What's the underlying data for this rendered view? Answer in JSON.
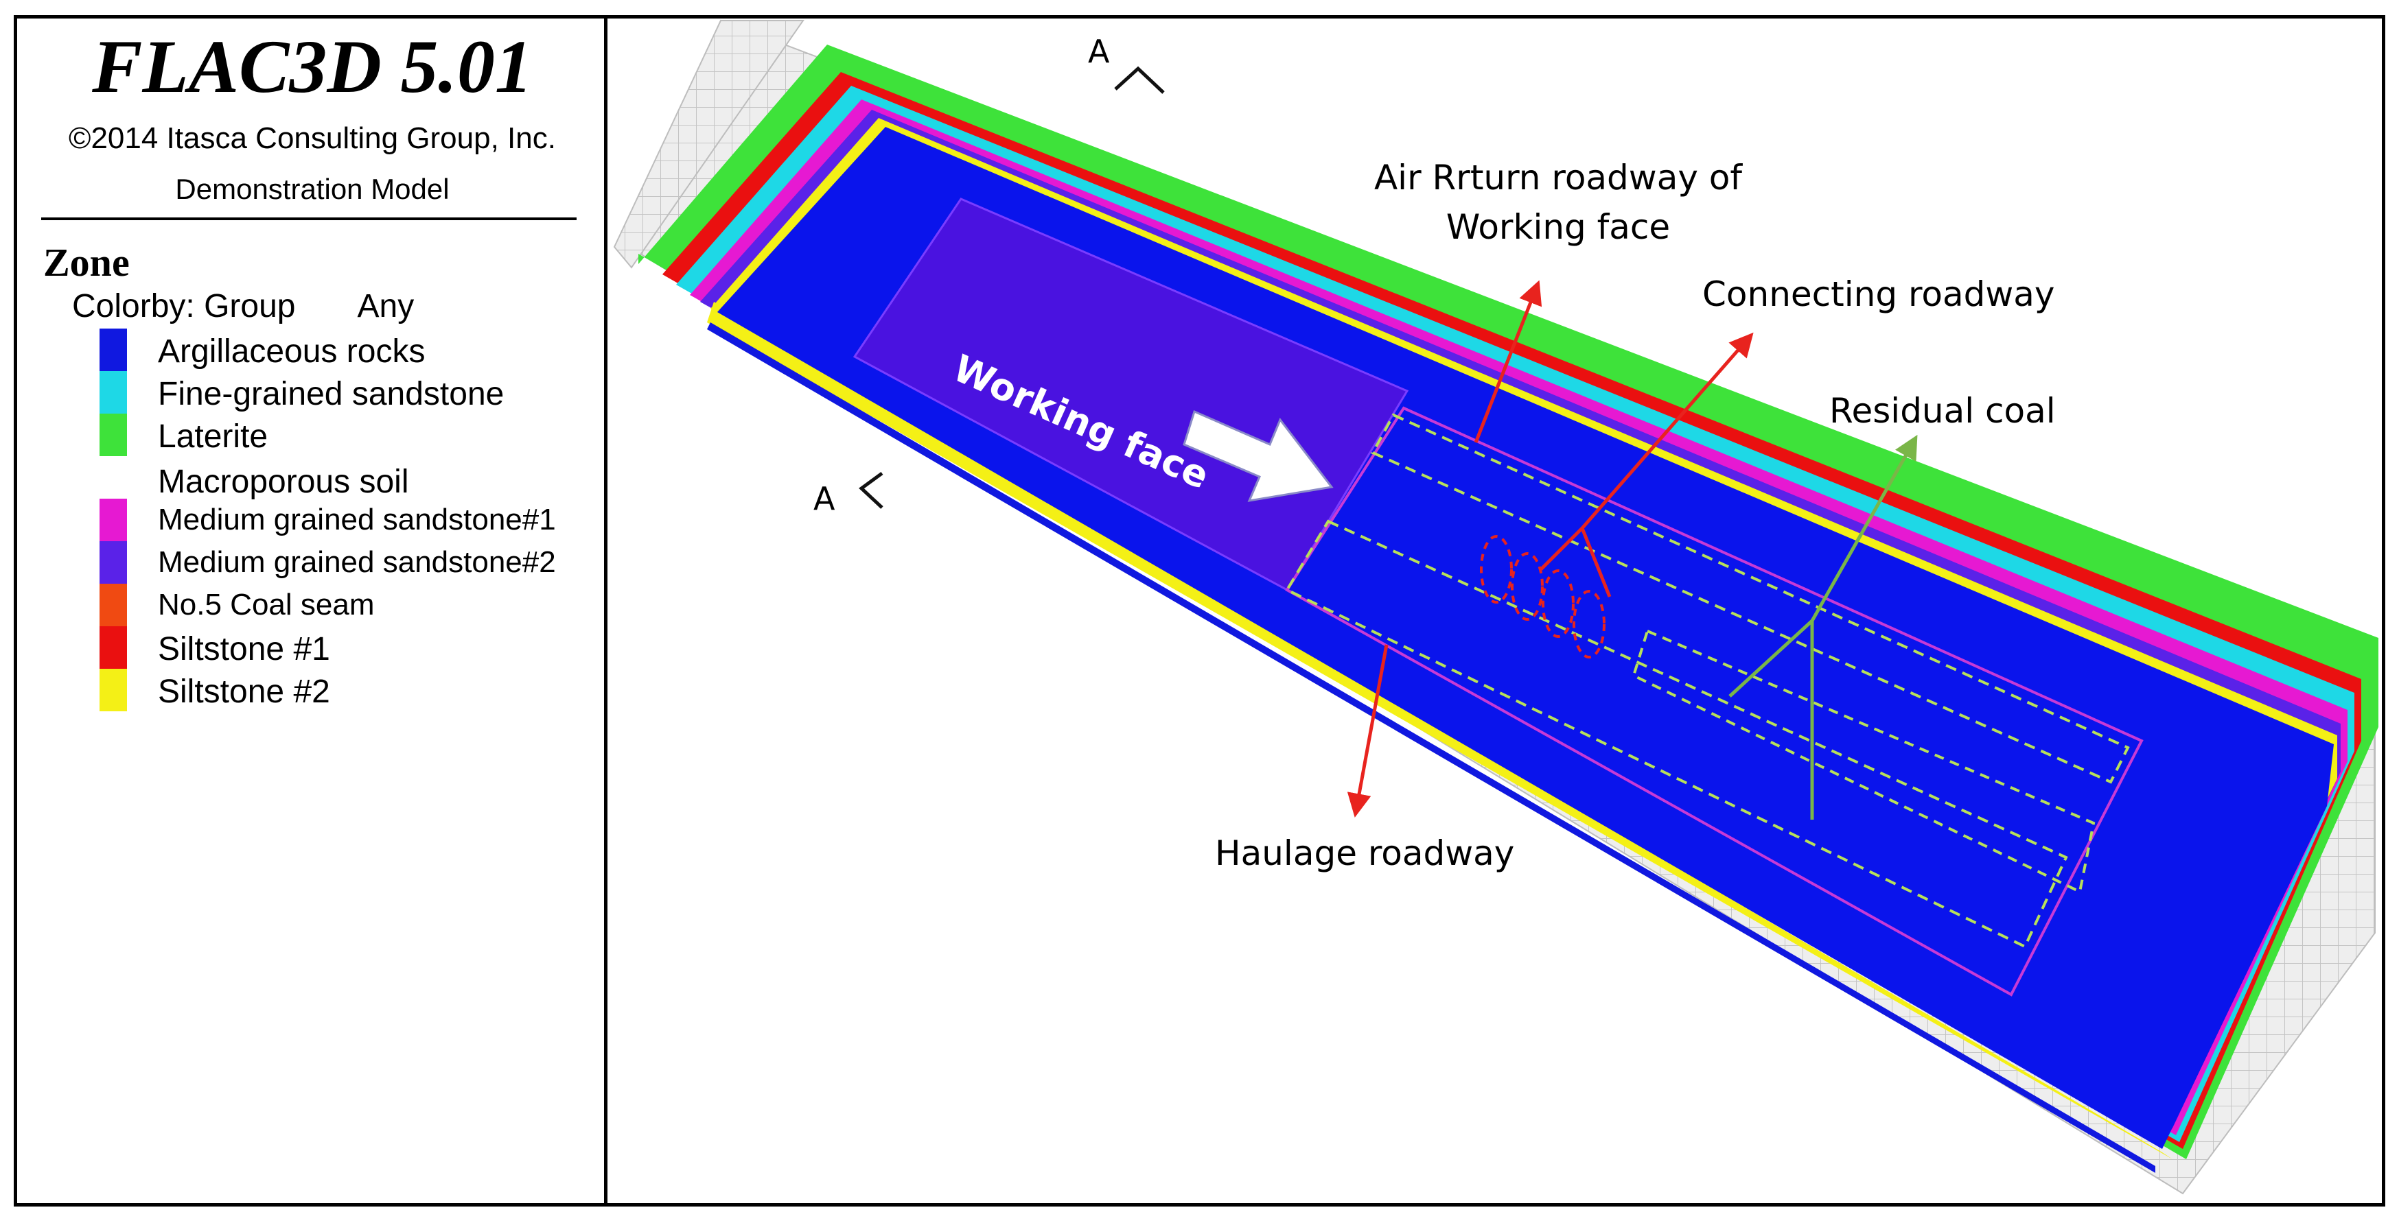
{
  "app": {
    "title": "FLAC3D 5.01",
    "copyright": "©2014 Itasca Consulting Group, Inc.",
    "subtitle": "Demonstration Model"
  },
  "legend": {
    "heading": "Zone",
    "colorby_label": "Colorby: Group",
    "colorby_value": "Any",
    "items": [
      {
        "label": "Argillaceous rocks",
        "color": "#1018e0"
      },
      {
        "label": "Fine-grained sandstone",
        "color": "#1ed8e6"
      },
      {
        "label": "Laterite",
        "color": "#3ee23a"
      },
      {
        "label": "Macroporous soil",
        "color": ""
      },
      {
        "label": "Medium grained sandstone#1",
        "color": "#e619d2"
      },
      {
        "label": "Medium grained sandstone#2",
        "color": "#5a22e8"
      },
      {
        "label": "No.5 Coal seam",
        "color": "#f04a12"
      },
      {
        "label": "Siltstone #1",
        "color": "#ea1010"
      },
      {
        "label": "Siltstone #2",
        "color": "#f4f016"
      }
    ]
  },
  "section_marks": {
    "top": "A",
    "left": "A"
  },
  "annotations": {
    "working_face": "Working face",
    "air_return_line1": "Air Rrturn  roadway of",
    "air_return_line2": "Working face",
    "connecting_roadway": "Connecting roadway",
    "residual_coal": "Residual coal",
    "haulage_roadway": "Haulage roadway"
  },
  "colors": {
    "model_blue": "#0a14ec",
    "working_face_violet": "#4a12e0",
    "arrow_red": "#e8231e",
    "arrow_green": "#7ab648",
    "dash_outline": "#b8e05a",
    "mesh_grey": "#d9d9d9"
  }
}
